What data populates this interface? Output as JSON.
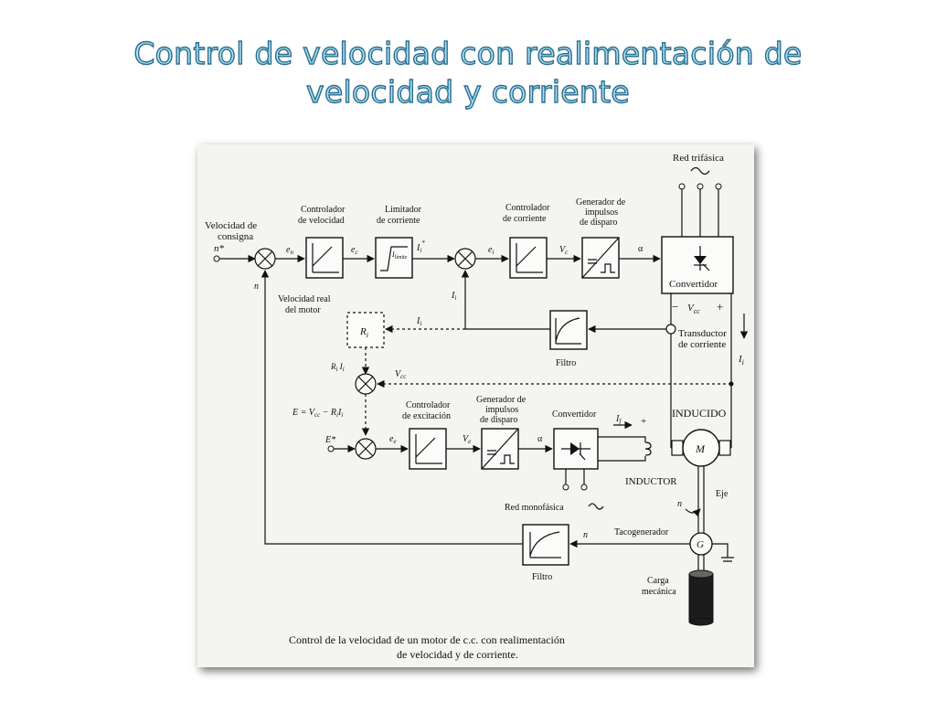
{
  "slide": {
    "title_line1": "Control de velocidad con realimentación de",
    "title_line2": "velocidad y corriente"
  },
  "diagram": {
    "caption_line1": "Control de la velocidad de un motor de c.c. con realimentación",
    "caption_line2": "de velocidad y de corriente.",
    "labels": {
      "red_trifasica": "Red trifásica",
      "velocidad_consigna_1": "Velocidad de",
      "velocidad_consigna_2": "consigna",
      "n_ref": "n*",
      "controlador_velocidad_1": "Controlador",
      "controlador_velocidad_2": "de velocidad",
      "limitador_1": "Limitador",
      "limitador_2": "de corriente",
      "controlador_corriente_1": "Controlador",
      "controlador_corriente_2": "de corriente",
      "generador_1": "Generador de",
      "generador_2": "impulsos",
      "generador_3": "de disparo",
      "convertidor": "Convertidor",
      "velocidad_real_1": "Velocidad real",
      "velocidad_real_2": "del motor",
      "transductor_1": "Transductor",
      "transductor_2": "de corriente",
      "filtro": "Filtro",
      "vcc": "V",
      "vcc_sub": "cc",
      "e_n": "e",
      "e_n_sub": "n",
      "e_c": "e",
      "e_c_sub": "c",
      "i_limite": "I",
      "i_limite_sub": "límite",
      "ii_ref": "I",
      "e_i": "e",
      "e_i_sub": "i",
      "v_c": "V",
      "v_c_sub": "c",
      "alpha": "α",
      "n": "n",
      "ii": "I",
      "ii_sub": "i",
      "ri": "R",
      "ri_sub": "i",
      "ri_ii": "R",
      "eq_e": "E = V",
      "eq_rest": " − R",
      "e_ref": "E*",
      "controlador_excitacion_1": "Controlador",
      "controlador_excitacion_2": "de excitación",
      "e_e": "e",
      "e_e_sub": "e",
      "v_e": "V",
      "v_e_sub": "e",
      "alpha2": "α",
      "if_label": "I",
      "if_sub": "f",
      "plus": "+",
      "minus": "−",
      "inducido": "INDUCIDO",
      "inductor": "INDUCTOR",
      "motor_m": "M",
      "red_monofasica": "Red monofásica",
      "eje": "Eje",
      "n_motor": "n",
      "tacogenerador": "Tacogenerador",
      "tacho_g": "G",
      "carga_1": "Carga",
      "carga_2": "mecánica",
      "n_filter": "n"
    }
  }
}
